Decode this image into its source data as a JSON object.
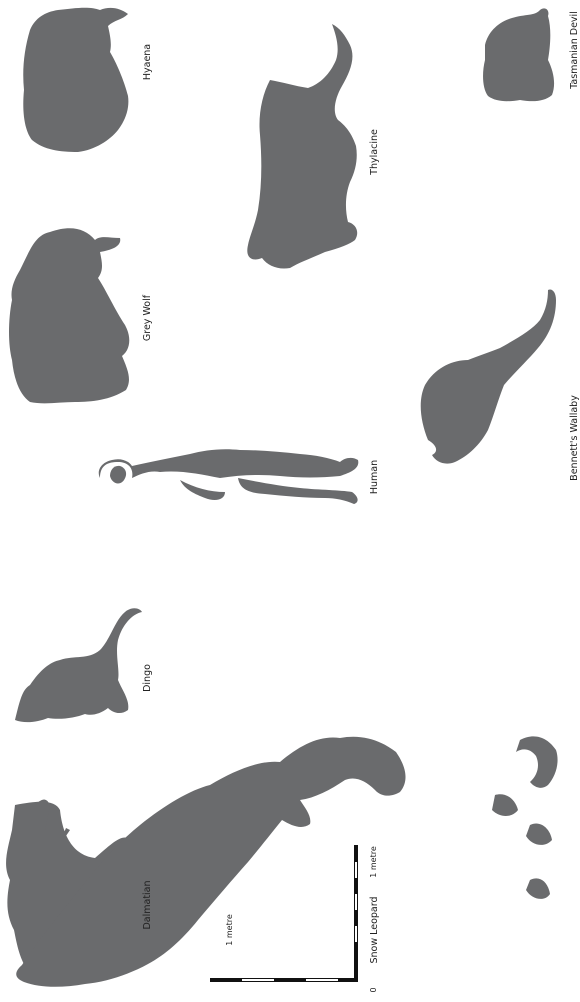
{
  "colors": {
    "silhouette": "#6a6b6d",
    "text": "#222222",
    "scale": "#111111"
  },
  "animals": [
    {
      "key": "dalmatian",
      "label": "Dalmatian",
      "icon": "dalmatian-silhouette"
    },
    {
      "key": "dingo",
      "label": "Dingo",
      "icon": "dingo-silhouette"
    },
    {
      "key": "grey-wolf",
      "label": "Grey Wolf",
      "icon": "grey-wolf-silhouette"
    },
    {
      "key": "hyaena",
      "label": "Hyaena",
      "icon": "hyaena-silhouette"
    },
    {
      "key": "snow-leopard",
      "label": "Snow Leopard",
      "icon": "snow-leopard-silhouette"
    },
    {
      "key": "human",
      "label": "Human",
      "icon": "human-silhouette"
    },
    {
      "key": "bennetts-wallaby",
      "label": "Bennett's Wallaby",
      "icon": "wallaby-silhouette"
    },
    {
      "key": "thylacine",
      "label": "Thylacine",
      "icon": "thylacine-silhouette"
    },
    {
      "key": "tasmanian-devil",
      "label": "Tasmanian Devil",
      "icon": "tasmanian-devil-silhouette"
    }
  ],
  "scale": {
    "origin_label": "0",
    "label_a": "1 metre",
    "label_b": "1 metre"
  }
}
